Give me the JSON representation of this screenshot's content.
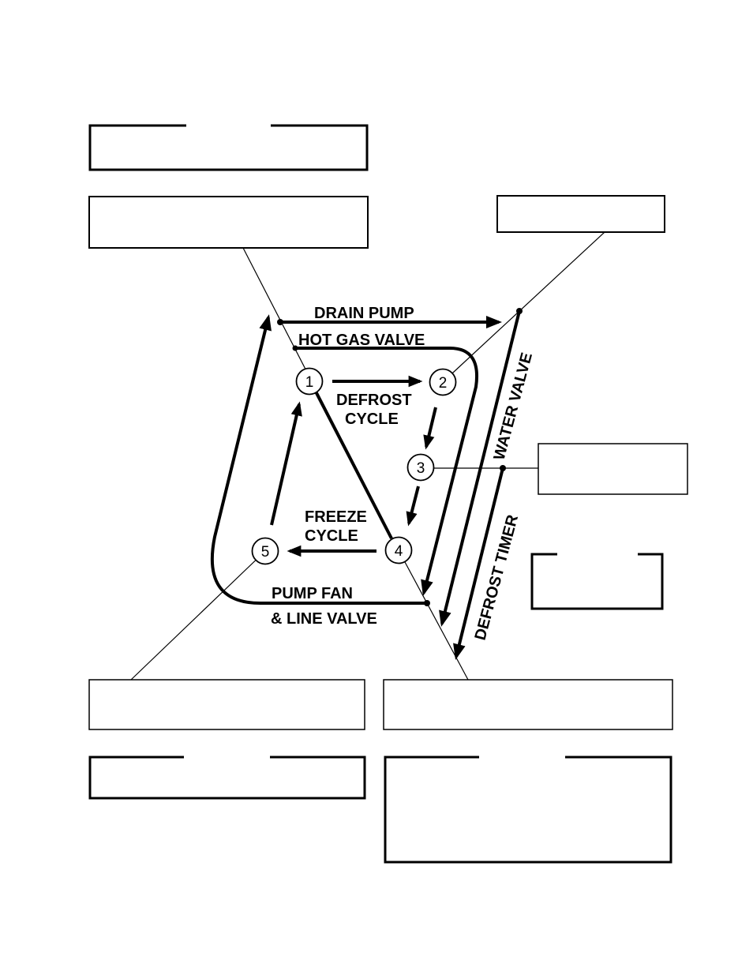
{
  "labels": {
    "drain_pump": "DRAIN PUMP",
    "hot_gas_valve": "HOT GAS VALVE",
    "defrost_cycle_1": "DEFROST",
    "defrost_cycle_2": "CYCLE",
    "freeze_cycle_1": "FREEZE",
    "freeze_cycle_2": "CYCLE",
    "pump_fan_1": "PUMP FAN",
    "pump_fan_2": "& LINE VALVE",
    "water_valve": "WATER VALVE",
    "defrost_timer": "DEFROST TIMER"
  },
  "steps": [
    "1",
    "2",
    "3",
    "4",
    "5"
  ]
}
